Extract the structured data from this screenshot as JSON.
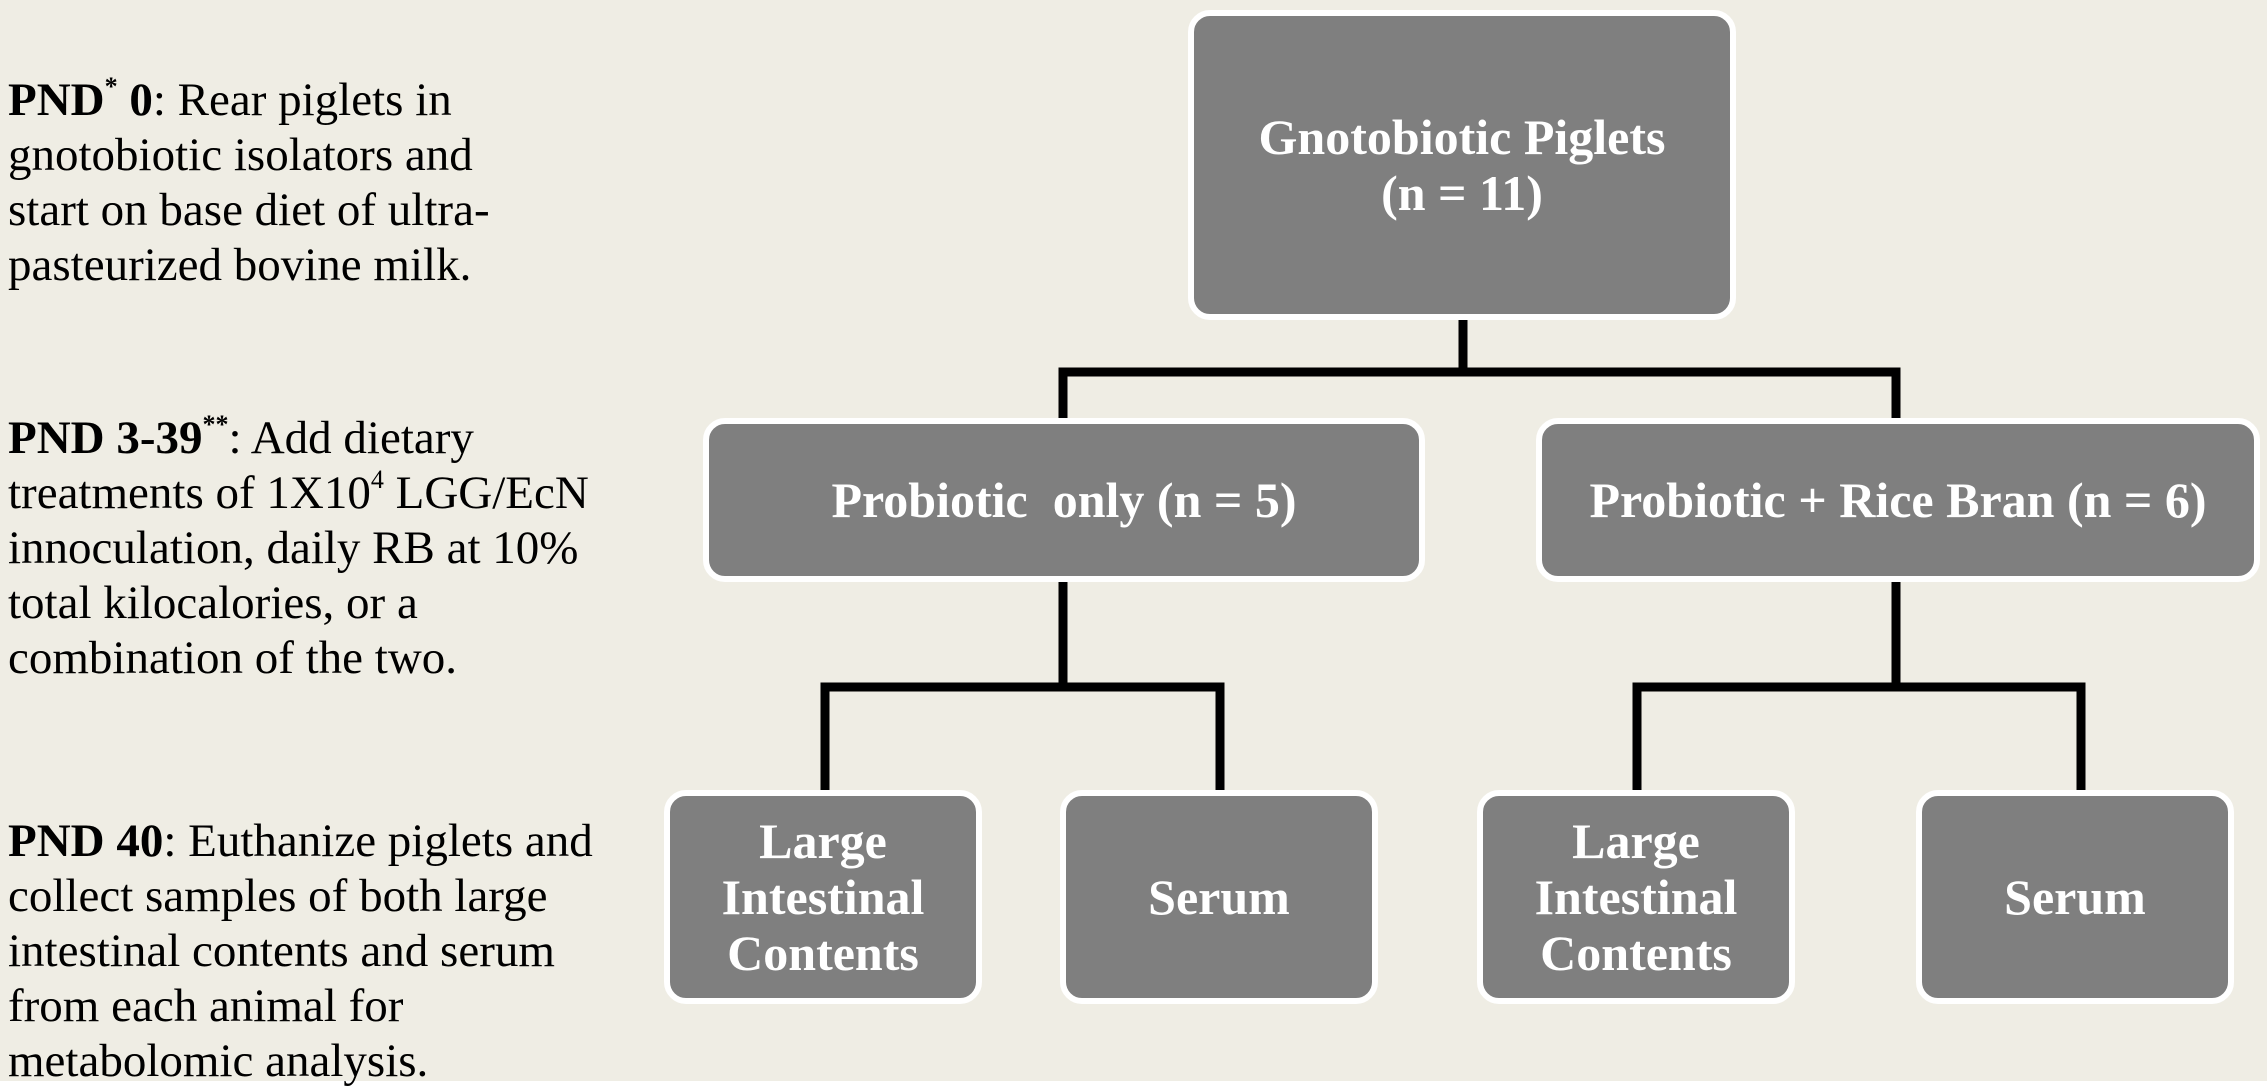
{
  "timeline": [
    {
      "label": "PND",
      "sup": "*",
      "label_tail": " 0",
      "text": ": Rear piglets in gnotobiotic isolators and start on base diet of ultra-pasteurized bovine milk."
    },
    {
      "label": "PND 3-39",
      "sup": "**",
      "label_tail": "",
      "text_pre": ": Add dietary treatments of 1X10",
      "text_sup": "4",
      "text": " LGG/EcN innoculation, daily RB at 10% total kilocalories, or a combination of the two."
    },
    {
      "label": "PND 40",
      "sup": "",
      "label_tail": "",
      "text": ": Euthanize piglets and collect samples  of both large intestinal contents and serum from each animal for metabolomic analysis."
    }
  ],
  "nodes": {
    "root": {
      "line1": "Gnotobiotic Piglets",
      "line2": "(n = 11)"
    },
    "probiotic_only": "Probiotic  only (n = 5)",
    "probiotic_rice_bran": "Probiotic + Rice Bran (n = 6)",
    "left_large_intestinal": {
      "line1": "Large",
      "line2": "Intestinal",
      "line3": "Contents"
    },
    "left_serum": "Serum",
    "right_large_intestinal": {
      "line1": "Large",
      "line2": "Intestinal",
      "line3": "Contents"
    },
    "right_serum": "Serum"
  },
  "colors": {
    "background": "#efede4",
    "node_fill": "#7f7f7f",
    "node_border": "#ffffff",
    "node_text": "#ffffff",
    "connector": "#000000"
  }
}
